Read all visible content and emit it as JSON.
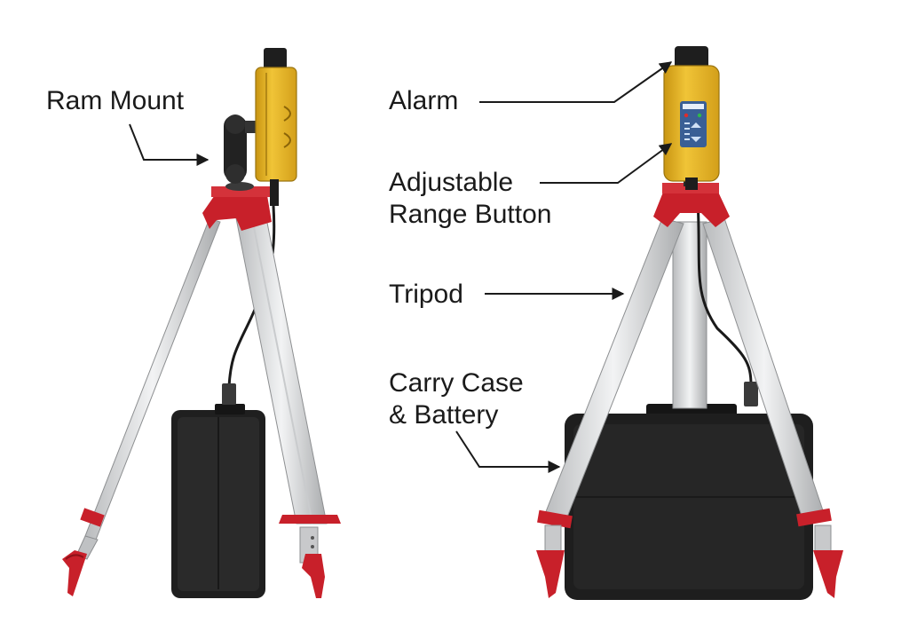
{
  "labels": {
    "ram_mount": "Ram Mount",
    "alarm": "Alarm",
    "adjustable_range_line1": "Adjustable",
    "adjustable_range_line2": "Range Button",
    "tripod": "Tripod",
    "carry_case_line1": "Carry Case",
    "carry_case_line2": "& Battery"
  },
  "colors": {
    "tripod_red": "#c8202a",
    "tripod_leg": "#d9dadb",
    "case_black": "#1d1d1d",
    "device_yellow": "#e8b422",
    "device_panel": "#3a5f95",
    "arrow": "#1a1a1a"
  }
}
